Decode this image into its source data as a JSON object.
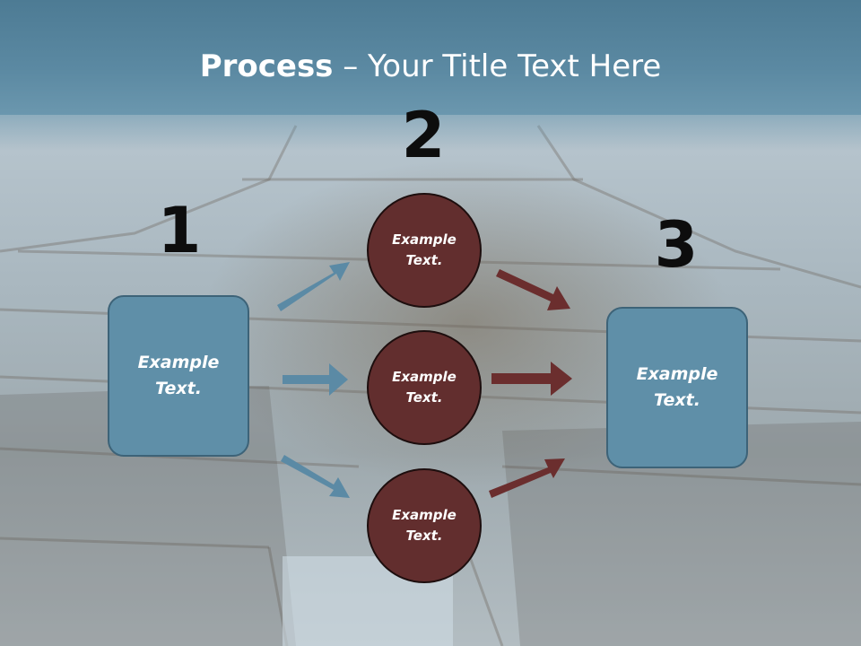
{
  "title": {
    "bold": "Process",
    "rest": " – Your Title Text Here"
  },
  "steps": {
    "one": "1",
    "two": "2",
    "three": "3"
  },
  "left_box": {
    "line1": "Example",
    "line2": "Text."
  },
  "right_box": {
    "line1": "Example",
    "line2": "Text."
  },
  "circles": [
    {
      "line1": "Example",
      "line2": "Text."
    },
    {
      "line1": "Example",
      "line2": "Text."
    },
    {
      "line1": "Example",
      "line2": "Text."
    }
  ],
  "colors": {
    "title_band": "#5b89a2",
    "box": "#5f8fa8",
    "circle": "#622e2e",
    "arrow_blue": "#5b8aa5",
    "arrow_red": "#6b2e2e"
  }
}
